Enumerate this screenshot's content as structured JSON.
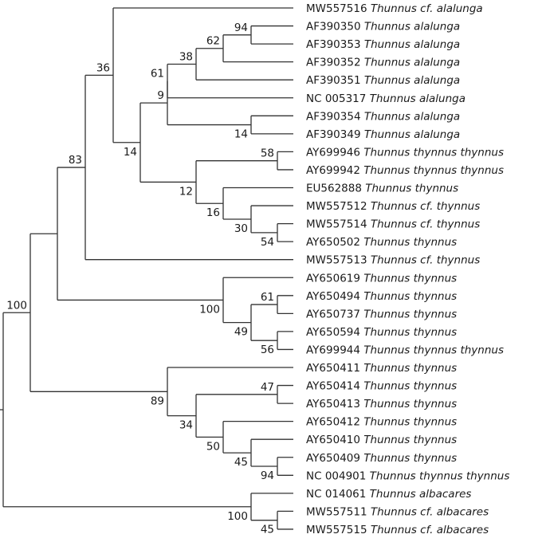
{
  "tree": {
    "line_color": "#333333",
    "text_color": "#1a1a1a",
    "leaves": [
      {
        "accession": "MW557516",
        "species": "Thunnus cf. alalunga"
      },
      {
        "accession": "AF390350",
        "species": "Thunnus alalunga"
      },
      {
        "accession": "AF390353",
        "species": "Thunnus alalunga"
      },
      {
        "accession": "AF390352",
        "species": "Thunnus alalunga"
      },
      {
        "accession": "AF390351",
        "species": "Thunnus alalunga"
      },
      {
        "accession": "NC 005317",
        "species": "Thunnus alalunga"
      },
      {
        "accession": "AF390354",
        "species": "Thunnus alalunga"
      },
      {
        "accession": "AF390349",
        "species": "Thunnus alalunga"
      },
      {
        "accession": "AY699946",
        "species": "Thunnus thynnus thynnus"
      },
      {
        "accession": "AY699942",
        "species": "Thunnus thynnus thynnus"
      },
      {
        "accession": "EU562888",
        "species": "Thunnus thynnus"
      },
      {
        "accession": "MW557512",
        "species": "Thunnus cf. thynnus"
      },
      {
        "accession": "MW557514",
        "species": "Thunnus cf. thynnus"
      },
      {
        "accession": "AY650502",
        "species": "Thunnus thynnus"
      },
      {
        "accession": "MW557513",
        "species": "Thunnus cf. thynnus"
      },
      {
        "accession": "AY650619",
        "species": "Thunnus thynnus"
      },
      {
        "accession": "AY650494",
        "species": "Thunnus thynnus"
      },
      {
        "accession": "AY650737",
        "species": "Thunnus thynnus"
      },
      {
        "accession": "AY650594",
        "species": "Thunnus thynnus"
      },
      {
        "accession": "AY699944",
        "species": "Thunnus thynnus thynnus"
      },
      {
        "accession": "AY650411",
        "species": "Thunnus thynnus"
      },
      {
        "accession": "AY650414",
        "species": "Thunnus thynnus"
      },
      {
        "accession": "AY650413",
        "species": "Thunnus thynnus"
      },
      {
        "accession": "AY650412",
        "species": "Thunnus thynnus"
      },
      {
        "accession": "AY650410",
        "species": "Thunnus thynnus"
      },
      {
        "accession": "AY650409",
        "species": "Thunnus thynnus"
      },
      {
        "accession": "NC 004901",
        "species": "Thunnus thynnus thynnus"
      },
      {
        "accession": "NC 014061",
        "species": "Thunnus albacares"
      },
      {
        "accession": "MW557511",
        "species": "Thunnus cf. albacares"
      },
      {
        "accession": "MW557515",
        "species": "Thunnus cf. albacares"
      }
    ],
    "bootstrap_values": [
      "100",
      "83",
      "36",
      "14",
      "9",
      "61",
      "38",
      "62",
      "94",
      "14",
      "12",
      "58",
      "16",
      "30",
      "54",
      "100",
      "49",
      "61",
      "56",
      "89",
      "34",
      "47",
      "50",
      "45",
      "94",
      "100",
      "45"
    ]
  }
}
